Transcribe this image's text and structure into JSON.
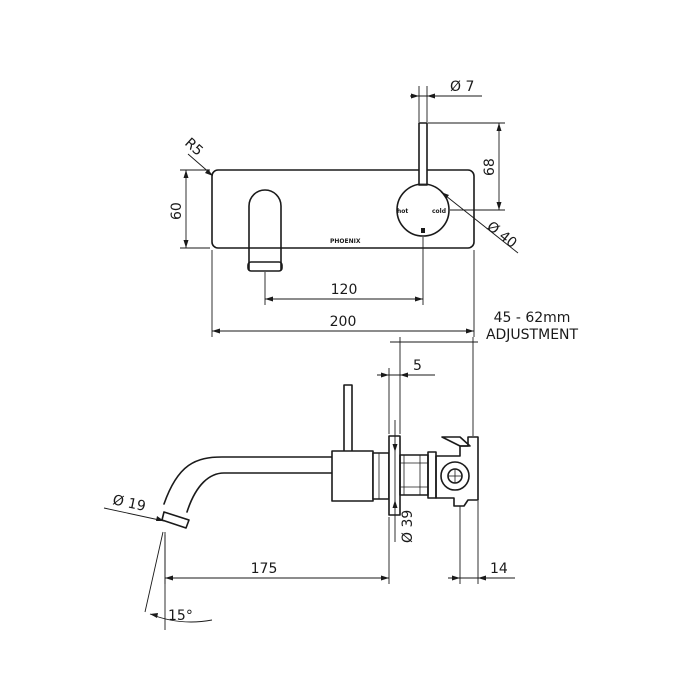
{
  "front_view": {
    "dim_radius": "R5",
    "dim_height": "60",
    "dim_lever_dia": "Ø 7",
    "dim_lever_height": "68",
    "dim_hub_dia": "Ø 40",
    "dim_centres": "120",
    "dim_width": "200",
    "label_hot": "hot",
    "label_cold": "cold",
    "brand": "PHOENIX"
  },
  "side_view": {
    "adjust_range": "45 - 62mm",
    "adjust_label": "ADJUSTMENT",
    "dim_plate": "5",
    "dim_spout_dia": "Ø 19",
    "dim_boss_dia": "Ø 39",
    "dim_reach": "175",
    "dim_depth": "14",
    "dim_angle": "15°"
  }
}
